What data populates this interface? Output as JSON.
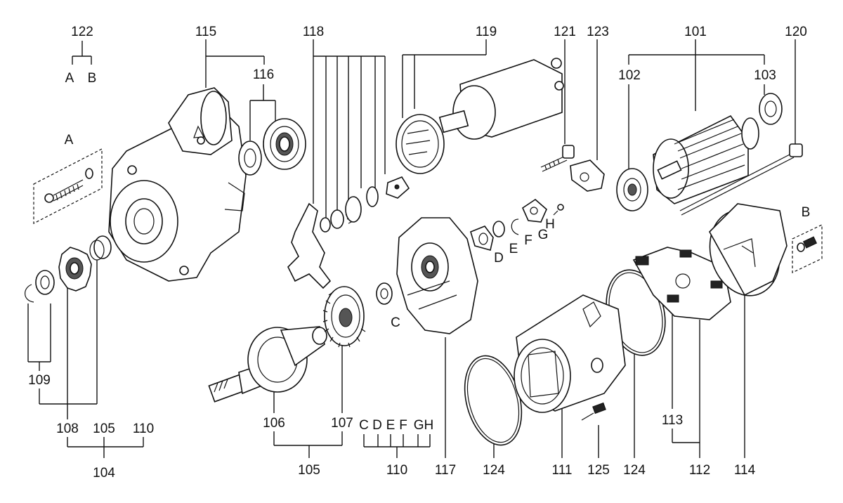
{
  "parts": {
    "p101": "101",
    "p102": "102",
    "p103": "103",
    "p104": "104",
    "p105a": "105",
    "p105b": "105",
    "p106": "106",
    "p107": "107",
    "p108": "108",
    "p109": "109",
    "p110a": "110",
    "p110b": "110",
    "p111": "111",
    "p112": "112",
    "p113": "113",
    "p114": "114",
    "p115": "115",
    "p116": "116",
    "p117": "117",
    "p118": "118",
    "p119": "119",
    "p120": "120",
    "p121": "121",
    "p122": "122",
    "p123": "123",
    "p124a": "124",
    "p124b": "124",
    "p125": "125"
  },
  "letters": {
    "a_top": "A",
    "b_top": "B",
    "a_detail": "A",
    "b_detail": "B",
    "c": "C",
    "d": "D",
    "e": "E",
    "f": "F",
    "g": "G",
    "h": "H",
    "seq_c": "C",
    "seq_d": "D",
    "seq_e": "E",
    "seq_f": "F",
    "seq_gh": "GH"
  }
}
